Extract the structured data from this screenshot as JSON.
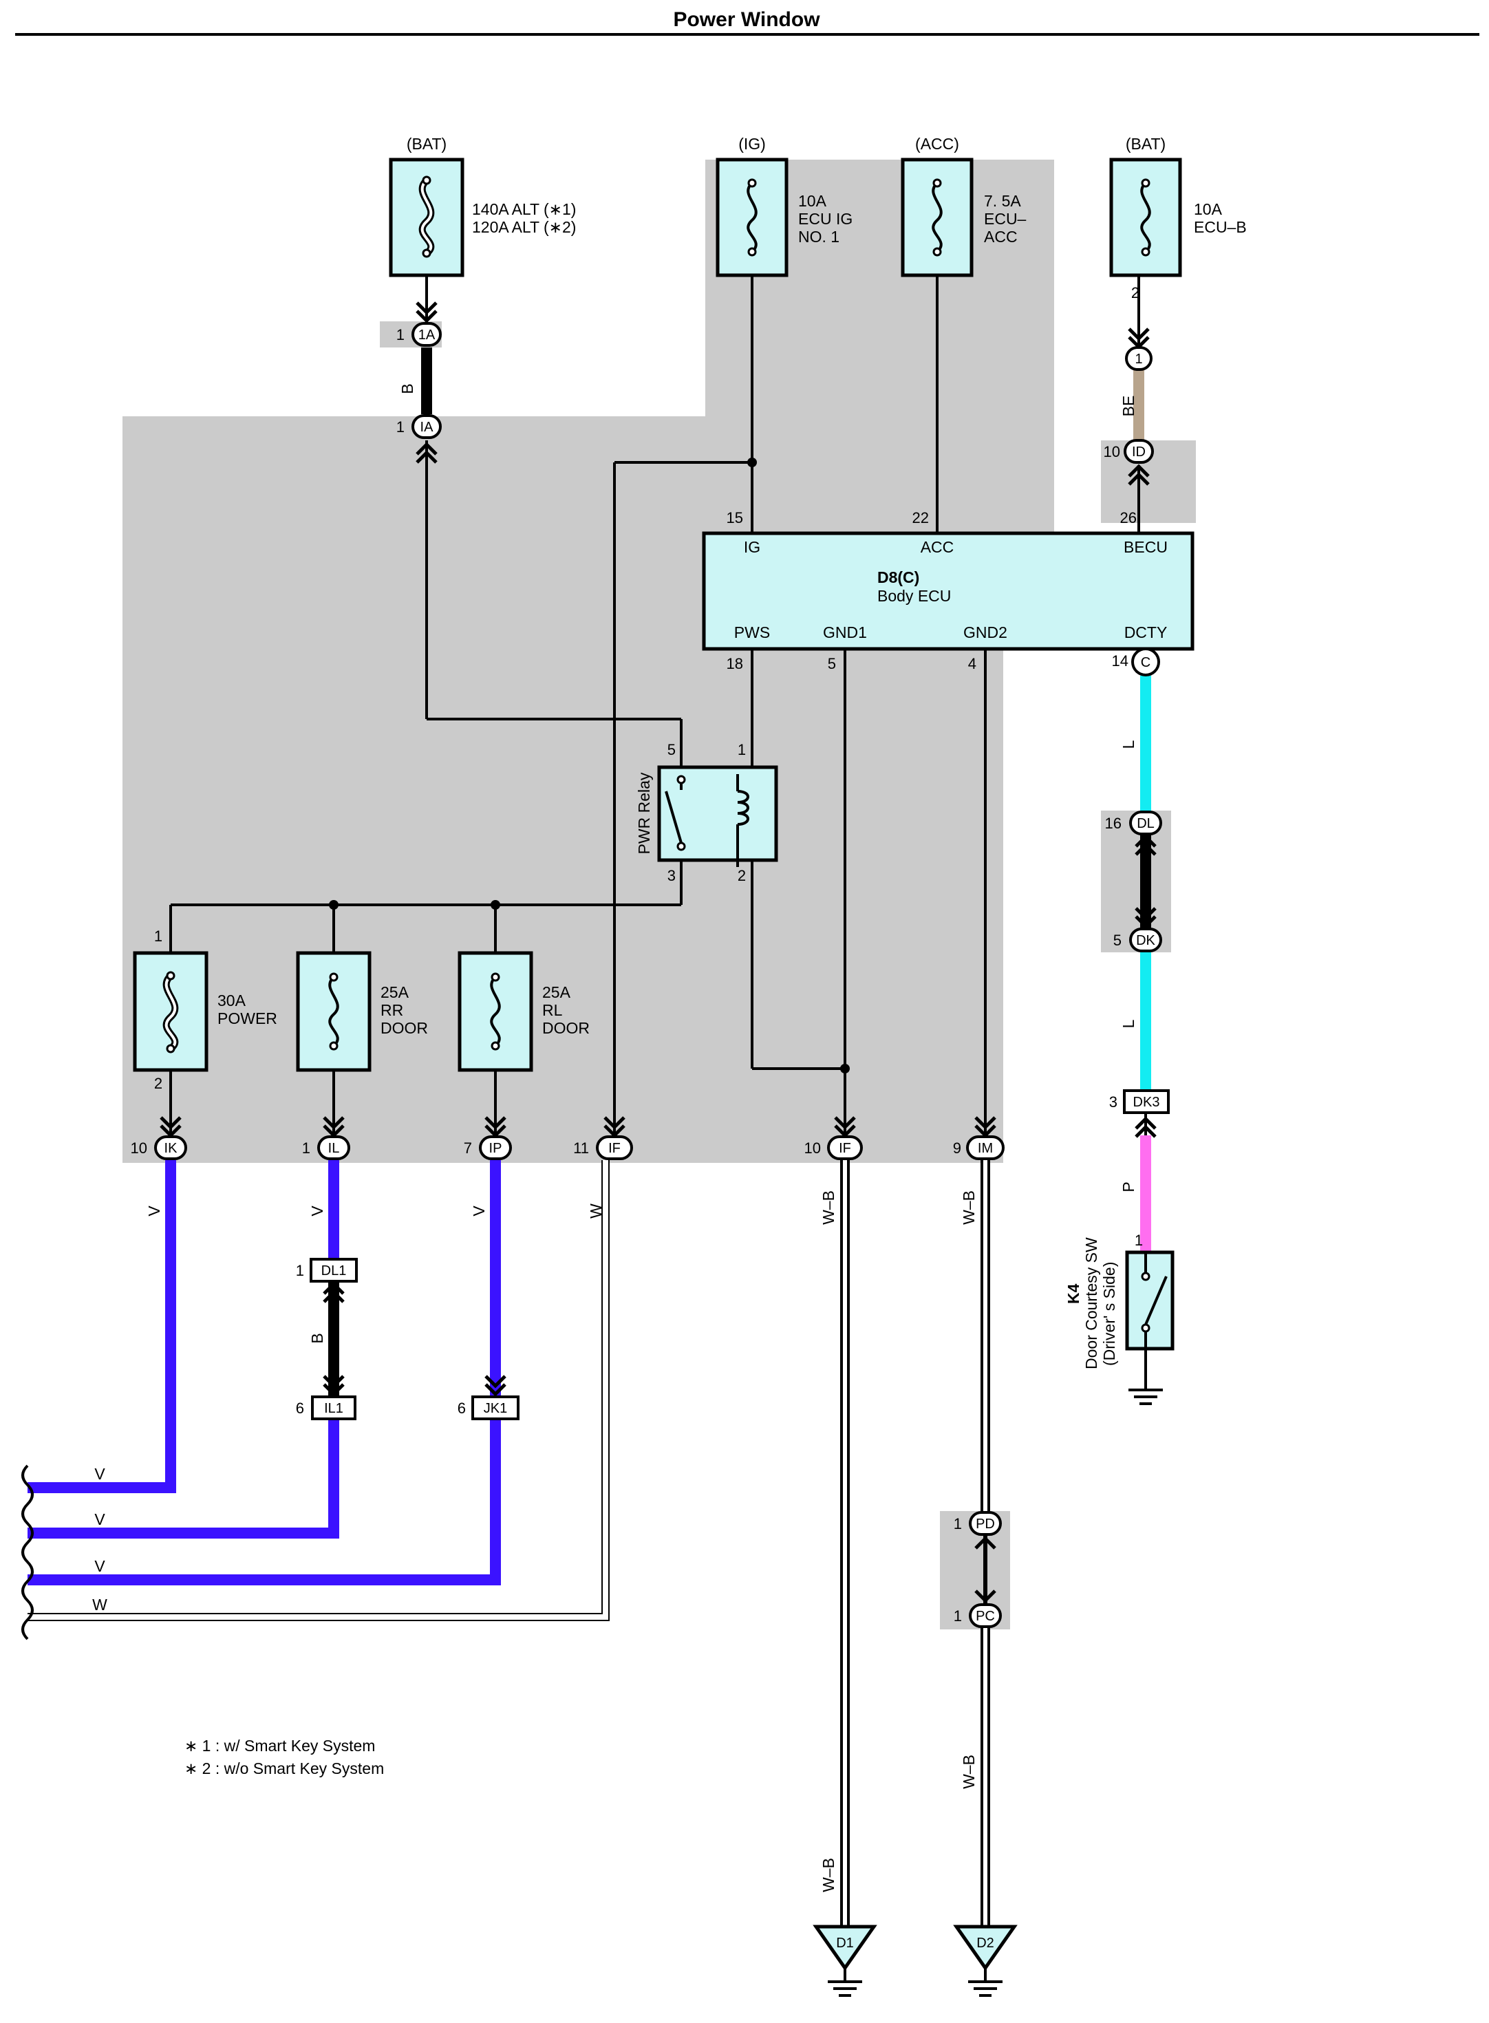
{
  "title": "Power Window",
  "colors": {
    "shade": "#cbcbcb",
    "fuse_box": "#ccf5f5",
    "violet": "#3b12ff",
    "light_blue": "#13ecf2",
    "pink": "#ff6ef0",
    "beige": "#b8a48c",
    "black": "#000000"
  },
  "power_sources": {
    "bat1": "(BAT)",
    "ig": "(IG)",
    "acc": "(ACC)",
    "bat2": "(BAT)"
  },
  "fuses": {
    "alt": [
      "140A ALT (∗1)",
      "120A ALT (∗2)"
    ],
    "ecu_ig": [
      "10A",
      "ECU IG",
      "NO. 1"
    ],
    "ecu_acc": [
      "7. 5A",
      "ECU–",
      "ACC"
    ],
    "ecu_b": [
      "10A",
      "ECU–B"
    ],
    "power": [
      "30A",
      "POWER"
    ],
    "rr_door": [
      "25A",
      "RR",
      "DOOR"
    ],
    "rl_door": [
      "25A",
      "RL",
      "DOOR"
    ]
  },
  "ecu": {
    "ref": "D8(C)",
    "name": "Body ECU",
    "pins_top": {
      "ig": "IG",
      "acc": "ACC",
      "becu": "BECU"
    },
    "pins_bottom": {
      "pws": "PWS",
      "gnd1": "GND1",
      "gnd2": "GND2",
      "dcty": "DCTY"
    },
    "pin_numbers": {
      "ig": "15",
      "acc": "22",
      "becu": "26",
      "pws": "18",
      "gnd1": "5",
      "gnd2": "4",
      "dcty": "14"
    },
    "dcty_connector": "C"
  },
  "relay": {
    "name": "PWR Relay",
    "pins": {
      "p5": "5",
      "p1": "1",
      "p3": "3",
      "p2": "2"
    }
  },
  "connectors": {
    "c1a": {
      "pin": "1",
      "id": "1A"
    },
    "cia": {
      "pin": "1",
      "id": "IA"
    },
    "c1": {
      "id": "1"
    },
    "cid": {
      "pin": "10",
      "id": "ID"
    },
    "cik": {
      "pin": "10",
      "id": "IK"
    },
    "cil": {
      "pin": "1",
      "id": "IL"
    },
    "cip": {
      "pin": "7",
      "id": "IP"
    },
    "cif_a": {
      "pin": "11",
      "id": "IF"
    },
    "cif_b": {
      "pin": "10",
      "id": "IF"
    },
    "cim": {
      "pin": "9",
      "id": "IM"
    },
    "cdl1": {
      "pin": "1",
      "id": "DL1"
    },
    "cil1": {
      "pin": "6",
      "id": "IL1"
    },
    "cjk1": {
      "pin": "6",
      "id": "JK1"
    },
    "cdl": {
      "pin": "16",
      "id": "DL"
    },
    "cdk": {
      "pin": "5",
      "id": "DK"
    },
    "cdk3": {
      "pin": "3",
      "id": "DK3"
    },
    "cpd": {
      "pin": "1",
      "id": "PD"
    },
    "cpc": {
      "pin": "1",
      "id": "PC"
    }
  },
  "pin_labels": {
    "ecub_pin": "2",
    "power_in": "1",
    "power_out": "2",
    "sw_pin": "1"
  },
  "wire_colors": {
    "b1": "B",
    "be": "BE",
    "l1": "L",
    "l2": "L",
    "p": "P",
    "v_ik": "V",
    "v_il": "V",
    "v_ip": "V",
    "w_if": "W",
    "b_dl1": "B",
    "wb1": "W–B",
    "wb2": "W–B",
    "wb3": "W–B",
    "wb4": "W–B",
    "out1": "V",
    "out2": "V",
    "out3": "V",
    "out4": "W"
  },
  "switch": {
    "ref": "K4",
    "name": "Door Courtesy SW",
    "side": "(Driver' s Side)"
  },
  "grounds": {
    "d1": "D1",
    "d2": "D2"
  },
  "notes": [
    "∗ 1 : w/ Smart Key System",
    "∗ 2 : w/o Smart Key System"
  ]
}
